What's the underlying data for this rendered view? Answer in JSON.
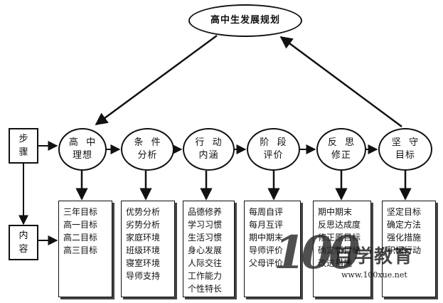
{
  "root": {
    "title": "高中生发展规划"
  },
  "side": {
    "step": "步\n骤",
    "content": "内\n容"
  },
  "steps": [
    {
      "label": "高  中\n理想"
    },
    {
      "label": "条  件\n分析"
    },
    {
      "label": "行  动\n内涵"
    },
    {
      "label": "阶  段\n评价"
    },
    {
      "label": "反  思\n修正"
    },
    {
      "label": "坚  守\n目标"
    }
  ],
  "details": [
    {
      "items": [
        "三年目标",
        "高一目标",
        "高二目标",
        "高三目标"
      ]
    },
    {
      "items": [
        "优势分析",
        "劣势分析",
        "家庭环境",
        "班级环境",
        "寝室环境",
        "导师支持"
      ]
    },
    {
      "items": [
        "品德修养",
        "学习习惯",
        "生活习惯",
        "身心发展",
        "人际交往",
        "工作能力",
        "个性特长"
      ]
    },
    {
      "items": [
        "每周自评",
        "每月互评",
        "期中期末",
        "导师评价",
        "父母评价"
      ]
    },
    {
      "items": [
        "期中期末",
        "反思达成度",
        "修正原目标",
        "确定新目标",
        "改进措施"
      ]
    },
    {
      "items": [
        "坚定目标",
        "确定方法",
        "强化措施",
        "积极行动"
      ]
    }
  ],
  "watermark": {
    "number": "100",
    "brand": "百学教育",
    "url": "www.100xue.net"
  }
}
